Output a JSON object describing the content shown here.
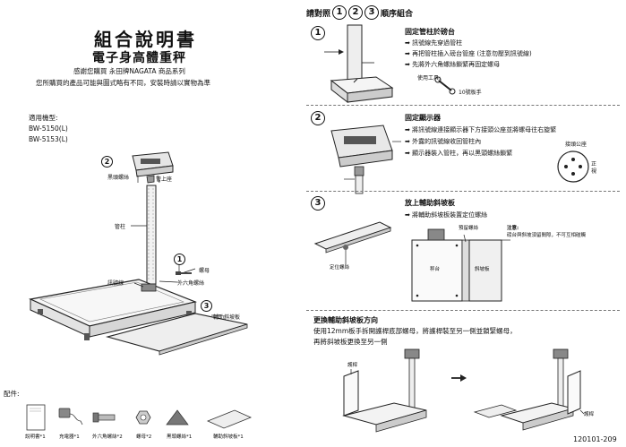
{
  "left": {
    "title": "組合說明書",
    "subtitle": "電子身高體重秤",
    "intro_line1": "感謝您購買 永田牌NAGATA 商品系列",
    "intro_line2": "您所購買的產品可能與圖式略有不同，安裝時請以實物為準",
    "models_label": "適用機型:",
    "model1": "BW-5150(L)",
    "model2": "BW-5153(L)",
    "diagram": {
      "step2_num": "2",
      "step1_num": "1",
      "step3_num": "3",
      "label_black_screw": "黑頭螺絲",
      "label_upper_seat": "管上座",
      "label_column": "管柱",
      "label_screw": "螺母",
      "label_cable": "訊號線",
      "label_hex_bolt": "外六角螺絲",
      "label_ramp": "輔助斜坡板"
    },
    "accessories_label": "配件:",
    "accessories": [
      "說明書*1",
      "充電器*1",
      "外六角螺絲*2",
      "螺母*2",
      "黑頭螺絲*1",
      "輔助斜坡板*1"
    ]
  },
  "right": {
    "header_prefix": "請對照",
    "header_nums": [
      "1",
      "2",
      "3"
    ],
    "header_suffix": "順序組合",
    "step1": {
      "num": "1",
      "title": "固定管柱於磅台",
      "items": [
        "訊號線先穿過管柱",
        "再把管柱插入磅台管座 (注意勿壓到訊號線)",
        "先將外六角螺絲鎖緊再固定螺母"
      ],
      "tool_label": "使用工具:",
      "tool_name": "10號板手"
    },
    "step2": {
      "num": "2",
      "title": "固定顯示器",
      "items": [
        "將訊號線連接顯示器下方接頭公座並將螺母往右旋緊",
        "外露的訊號線收回管柱內",
        "顯示器裝入管柱，再以黑頭螺絲鎖緊"
      ],
      "connector_label": "接頭公座",
      "connector_side": "正視"
    },
    "step3": {
      "num": "3",
      "title": "放上輔助斜坡板",
      "items": [
        "將輔助斜坡板裝置定位螺絲"
      ],
      "label_pre_screw": "預留螺絲",
      "label_note_title": "注意:",
      "label_note_body": "磅台與斜坡須留間隙，不可互相碰觸",
      "label_locating_screw": "定位螺絲",
      "label_platform": "秤台",
      "label_ramp": "斜坡板"
    },
    "change": {
      "title": "更換輔助斜坡板方向",
      "line1": "使用12mm板手拆開護桿底部螺母，將護桿裝至另一側並鎖緊螺母，",
      "line2": "再將斜坡板更換至另一側",
      "label_guard_left": "護桿",
      "label_guard_right": "護桿"
    },
    "doc_code": "120101-209"
  }
}
